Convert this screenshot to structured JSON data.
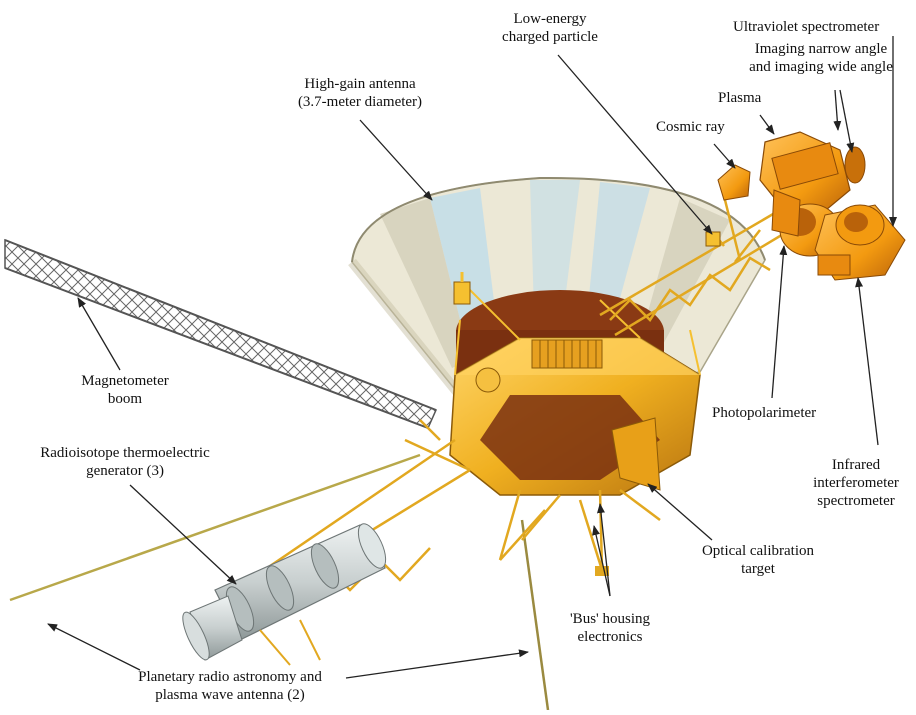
{
  "labels": {
    "low_energy": [
      "Low-energy",
      "charged particle"
    ],
    "ultraviolet": "Ultraviolet spectrometer",
    "imaging": [
      "Imaging narrow angle",
      "and imaging wide angle"
    ],
    "plasma": "Plasma",
    "cosmic_ray": "Cosmic ray",
    "high_gain": [
      "High-gain antenna",
      "(3.7-meter diameter)"
    ],
    "magnetometer": [
      "Magnetometer",
      "boom"
    ],
    "rtg": [
      "Radioisotope thermoelectric",
      "generator (3)"
    ],
    "photopolarimeter": "Photopolarimeter",
    "infrared": [
      "Infrared",
      "interferometer",
      "spectrometer"
    ],
    "optical": [
      "Optical calibration",
      "target"
    ],
    "bus": [
      "'Bus' housing",
      "electronics"
    ],
    "planetary": [
      "Planetary radio astronomy and",
      "plasma wave antenna (2)"
    ]
  },
  "colors": {
    "gold": "#f0b020",
    "gold_dark": "#b87410",
    "orange": "#f39a10",
    "bus_brown": "#8a3a14",
    "dish_fill": "#ece8d6",
    "dish_stripe": "#bfdcea",
    "rtg_gray": "#c8cfcf",
    "boom_gray": "#8a8a8a",
    "arrow": "#222222"
  }
}
